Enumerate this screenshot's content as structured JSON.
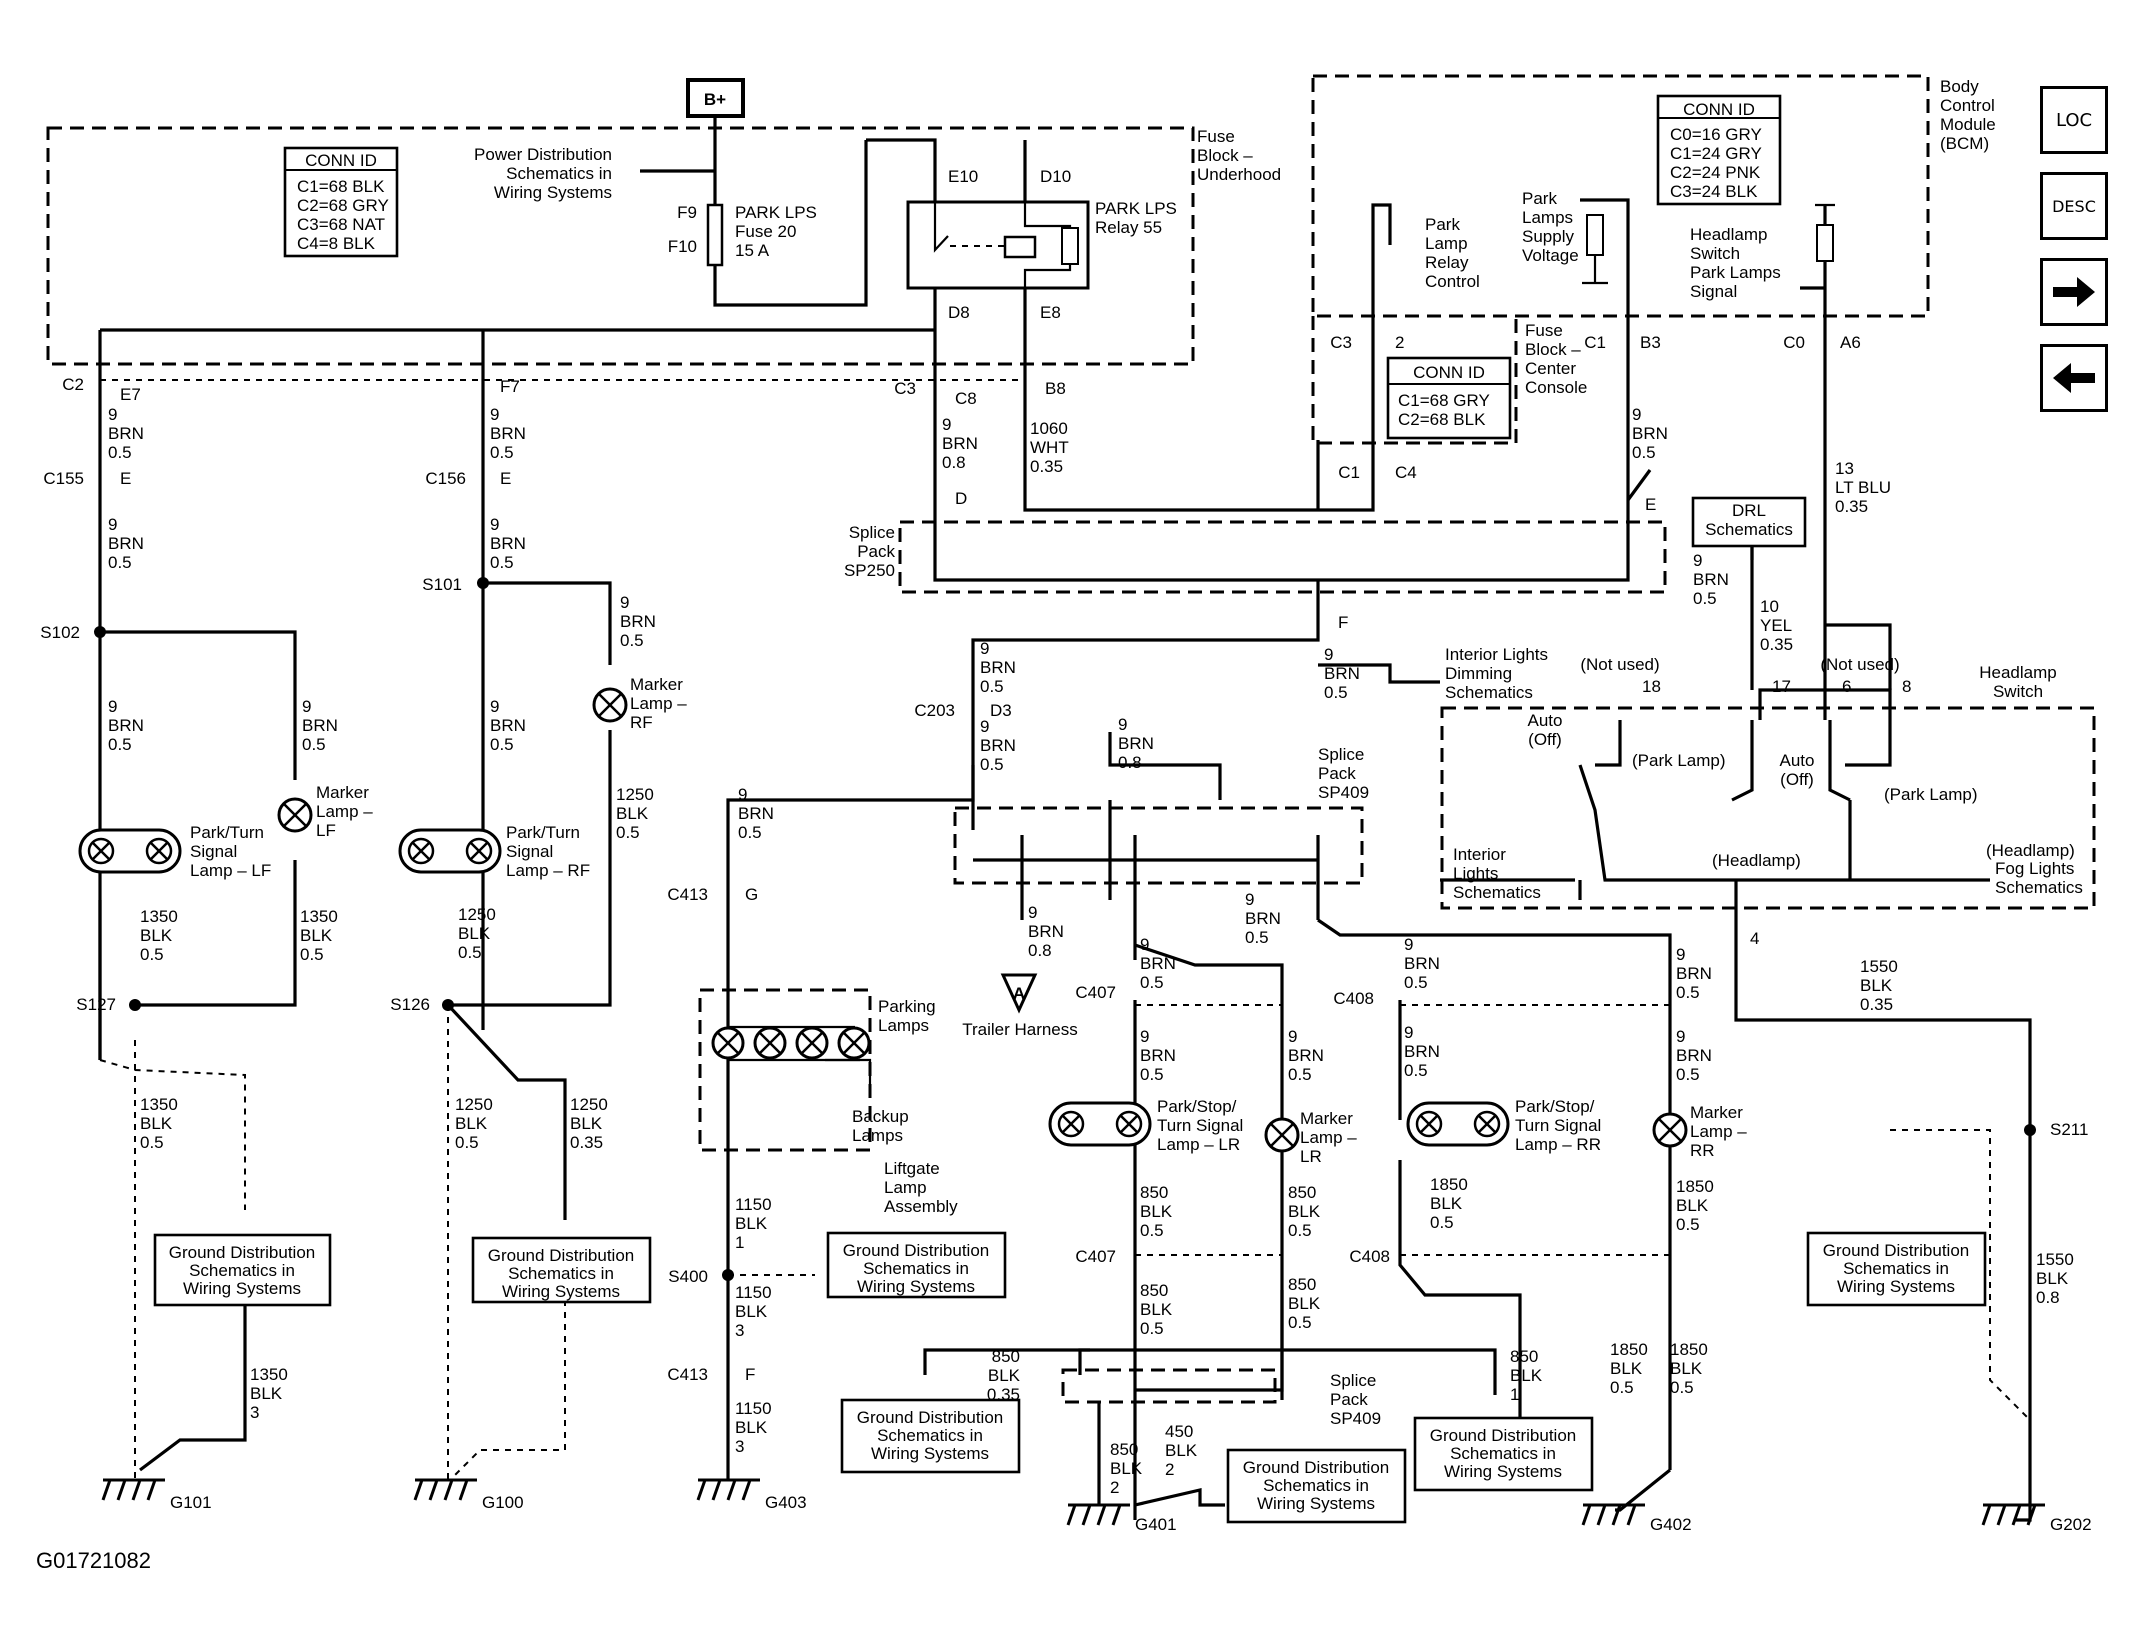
{
  "document_id": "G01721082",
  "nav": {
    "loc": "LOC",
    "desc": "DESC",
    "forward_icon": "arrow-right-icon",
    "back_icon": "arrow-left-icon"
  },
  "power": {
    "b_plus": "B+"
  },
  "fuse_block_underhood": {
    "title_lines": [
      "Fuse",
      "Block –",
      "Underhood"
    ],
    "conn_id_title": "CONN ID",
    "conn_ids": [
      "C1=68 BLK",
      "C2=68 GRY",
      "C3=68 NAT",
      "C4=8 BLK"
    ],
    "power_ref_lines": [
      "Power Distribution",
      "Schematics in",
      "Wiring Systems"
    ],
    "fuse_top": "F9",
    "fuse_bottom": "F10",
    "fuse_label_lines": [
      "PARK LPS",
      "Fuse 20",
      "15 A"
    ],
    "relay_label_lines": [
      "PARK LPS",
      "Relay 55"
    ],
    "pins": [
      "E10",
      "D10",
      "D8",
      "E8"
    ]
  },
  "bcm": {
    "title_lines": [
      "Body",
      "Control",
      "Module",
      "(BCM)"
    ],
    "conn_id_title": "CONN ID",
    "conn_ids": [
      "C0=16 GRY",
      "C1=24 GRY",
      "C2=24 PNK",
      "C3=24 BLK"
    ],
    "relay_control_lines": [
      "Park",
      "Lamp",
      "Relay",
      "Control"
    ],
    "supply_lines": [
      "Park",
      "Lamps",
      "Supply",
      "Voltage"
    ],
    "signal_lines": [
      "Headlamp",
      "Switch",
      "Park Lamps",
      "Signal"
    ],
    "pins": [
      "C3",
      "2",
      "C1",
      "B3",
      "C0",
      "A6"
    ]
  },
  "fuse_block_center": {
    "title_lines": [
      "Fuse",
      "Block –",
      "Center",
      "Console"
    ],
    "conn_id_title": "CONN ID",
    "conn_ids": [
      "C1=68 GRY",
      "C2=68 BLK"
    ],
    "pins": [
      "C1",
      "C4"
    ]
  },
  "connectors": {
    "c2": "C2",
    "e7": "E7",
    "f7": "F7",
    "c3": "C3",
    "c8": "C8",
    "b8": "B8",
    "c155": "C155",
    "c156": "C156",
    "e_c155": "E",
    "e_c156": "E",
    "d_sp250": "D",
    "e_sp250": "E",
    "f_sp250": "F",
    "c203": "C203",
    "d3": "D3",
    "c413_g": "C413",
    "g": "G",
    "c413_f": "C413",
    "f": "F",
    "c407_a": "C407",
    "c407_d": "C407",
    "c408_a": "C408",
    "c408_d": "C408",
    "sp409_top": "SP409",
    "sp409_bottom": "SP409"
  },
  "splices": {
    "sp250_lines": [
      "Splice",
      "Pack",
      "SP250"
    ],
    "sp409_lines": [
      "Splice",
      "Pack",
      "SP409"
    ],
    "s102": "S102",
    "s101": "S101",
    "s127": "S127",
    "s126": "S126",
    "s400": "S400",
    "s211": "S211"
  },
  "wires": {
    "w9brn05": [
      "9",
      "BRN",
      "0.5"
    ],
    "w9brn08": [
      "9",
      "BRN",
      "0.8"
    ],
    "w1060": [
      "1060",
      "WHT",
      "0.35"
    ],
    "w13": [
      "13",
      "LT BLU",
      "0.35"
    ],
    "w10": [
      "10",
      "YEL",
      "0.35"
    ],
    "w1350": [
      "1350",
      "BLK",
      "0.5"
    ],
    "w1350_3": [
      "1350",
      "BLK",
      "3"
    ],
    "w1250": [
      "1250",
      "BLK",
      "0.5"
    ],
    "w1250_035": [
      "1250",
      "BLK",
      "0.35"
    ],
    "w1150_1": [
      "1150",
      "BLK",
      "1"
    ],
    "w1150_3": [
      "1150",
      "BLK",
      "3"
    ],
    "w850": [
      "850",
      "BLK",
      "0.5"
    ],
    "w850_035": [
      "850",
      "BLK",
      "0.35"
    ],
    "w850_1": [
      "850",
      "BLK",
      "1"
    ],
    "w850_2": [
      "850",
      "BLK",
      "2"
    ],
    "w450_2": [
      "450",
      "BLK",
      "2"
    ],
    "w1850": [
      "1850",
      "BLK",
      "0.5"
    ],
    "w1550_035": [
      "1550",
      "BLK",
      "0.35"
    ],
    "w1550_08": [
      "1550",
      "BLK",
      "0.8"
    ]
  },
  "components": {
    "park_lf": [
      "Park/Turn",
      "Signal",
      "Lamp – LF"
    ],
    "park_rf": [
      "Park/Turn",
      "Signal",
      "Lamp – RF"
    ],
    "marker_lf": [
      "Marker",
      "Lamp –",
      "LF"
    ],
    "marker_rf": [
      "Marker",
      "Lamp –",
      "RF"
    ],
    "marker_lr": [
      "Marker",
      "Lamp –",
      "LR"
    ],
    "marker_rr": [
      "Marker",
      "Lamp –",
      "RR"
    ],
    "park_lr": [
      "Park/Stop/",
      "Turn Signal",
      "Lamp – LR"
    ],
    "park_rr": [
      "Park/Stop/",
      "Turn Signal",
      "Lamp – RR"
    ],
    "parking_lamps": [
      "Parking",
      "Lamps"
    ],
    "backup_lamps": [
      "Backup",
      "Lamps"
    ],
    "liftgate": [
      "Liftgate",
      "Lamp",
      "Assembly"
    ],
    "trailer": "Trailer Harness",
    "interior_dimming": [
      "Interior Lights",
      "Dimming",
      "Schematics"
    ],
    "drl": [
      "DRL",
      "Schematics"
    ],
    "headlamp_switch": [
      "Headlamp",
      "Switch"
    ],
    "not_used": "(Not used)",
    "auto_off": [
      "Auto",
      "(Off)"
    ],
    "park_lamp": "(Park Lamp)",
    "headlamp": "(Headlamp)",
    "interior_lights": [
      "Interior",
      "Lights",
      "Schematics"
    ],
    "fog_lights": [
      "Fog Lights",
      "Schematics"
    ],
    "pin_18": "18",
    "pin_17": "17",
    "pin_6": "6",
    "pin_8": "8",
    "pin_4": "4"
  },
  "ground_ref_lines": [
    "Ground Distribution",
    "Schematics in",
    "Wiring Systems"
  ],
  "grounds": [
    "G101",
    "G100",
    "G403",
    "G401",
    "G402",
    "G202"
  ]
}
